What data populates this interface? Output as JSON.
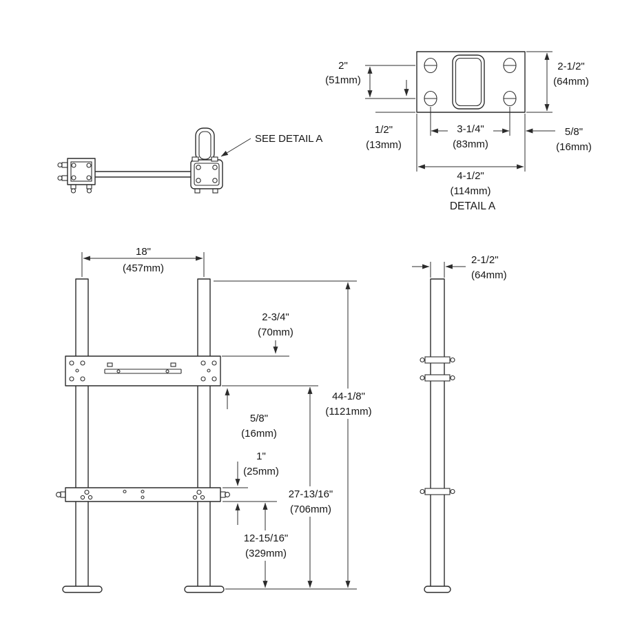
{
  "page": {
    "background": "#ffffff",
    "line_color": "#2b2b2b"
  },
  "callouts": {
    "see_detail_a": "SEE DETAIL A"
  },
  "detail_a": {
    "title": "DETAIL A",
    "dims": {
      "hole_spacing_vertical": {
        "in": "2\"",
        "mm": "(51mm)"
      },
      "bottom_offset": {
        "in": "1/2\"",
        "mm": "(13mm)"
      },
      "plate_height": {
        "in": "2-1/2\"",
        "mm": "(64mm)"
      },
      "hole_spacing_horizontal": {
        "in": "3-1/4\"",
        "mm": "(83mm)"
      },
      "side_offset": {
        "in": "5/8\"",
        "mm": "(16mm)"
      },
      "plate_width": {
        "in": "4-1/2\"",
        "mm": "(114mm)"
      }
    }
  },
  "front_view": {
    "dims": {
      "upright_spacing": {
        "in": "18\"",
        "mm": "(457mm)"
      },
      "plate_top_offset": {
        "in": "2-3/4\"",
        "mm": "(70mm)"
      },
      "overall_height": {
        "in": "44-1/8\"",
        "mm": "(1121mm)"
      },
      "plate_bottom_offset": {
        "in": "5/8\"",
        "mm": "(16mm)"
      },
      "bracket_offset": {
        "in": "1\"",
        "mm": "(25mm)"
      },
      "plate_height_from_floor": {
        "in": "27-13/16\"",
        "mm": "(706mm)"
      },
      "bracket_height_from_floor": {
        "in": "12-15/16\"",
        "mm": "(329mm)"
      }
    }
  },
  "side_view": {
    "dims": {
      "upright_depth": {
        "in": "2-1/2\"",
        "mm": "(64mm)"
      }
    }
  }
}
